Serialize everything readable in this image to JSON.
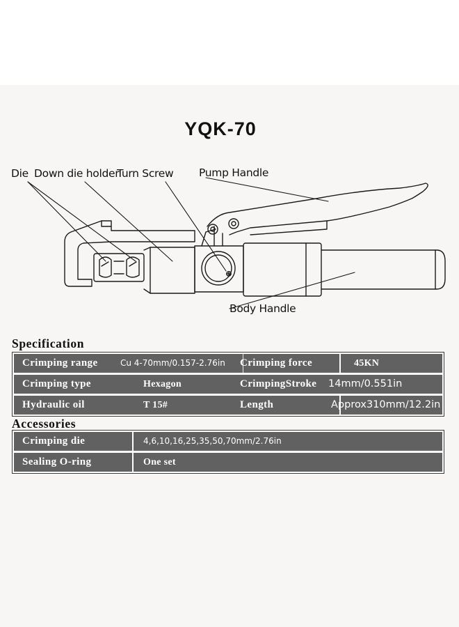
{
  "title": "YQK-70",
  "diagram": {
    "callouts": {
      "die": "Die",
      "down_die_holder": "Down die holder",
      "turn_screw": "Turn Screw",
      "pump_handle": "Pump Handle",
      "body_handle": "Body Handle"
    }
  },
  "specification": {
    "heading": "Specification",
    "rows": [
      {
        "label": "Crimping range",
        "value": "Cu 4-70mm/0.157-2.76in",
        "label2": "Crimping force",
        "value2": "45KN"
      },
      {
        "label": "Crimping type",
        "value": "Hexagon",
        "label2": "CrimpingStroke",
        "value2": "14mm/0.551in"
      },
      {
        "label": "Hydraulic oil",
        "value": "T 15#",
        "label2": "Length",
        "value2": "Approx310mm/12.2in"
      }
    ]
  },
  "accessories": {
    "heading": "Accessories",
    "rows": [
      {
        "label": "Crimping die",
        "value": "4,6,10,16,25,35,50,70mm/2.76in"
      },
      {
        "label": "Sealing O-ring",
        "value": "One set"
      }
    ]
  }
}
